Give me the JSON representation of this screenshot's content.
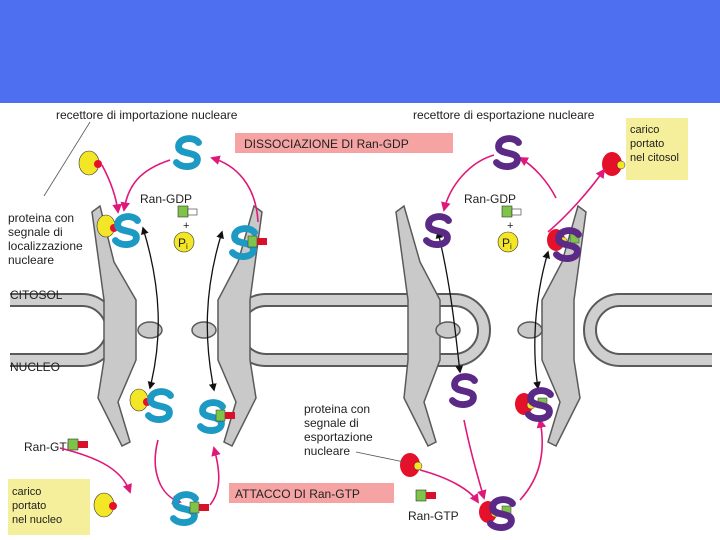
{
  "labels": {
    "import_receptor": "recettore di importazione nucleare",
    "export_receptor": "recettore di esportazione nucleare",
    "dissociation": "DISSOCIAZIONE DI Ran-GDP",
    "attachment": "ATTACCO DI Ran-GTP",
    "ran_gdp_left": "Ran-GDP",
    "ran_gdp_right": "Ran-GDP",
    "ran_gtp_left": "Ran-GTP",
    "ran_gtp_right": "Ran-GTP",
    "pi": "P",
    "pi_sub": "i",
    "plus": "+",
    "citosol": "CITOSOL",
    "nucleo": "NUCLEO",
    "nls_protein": [
      "proteina con",
      "segnale di",
      "localizzazione",
      "nucleare"
    ],
    "nes_protein": [
      "proteina con",
      "segnale di",
      "esportazione",
      "nucleare"
    ],
    "cargo_cytosol": [
      "carico",
      "portato",
      "nel citosol"
    ],
    "cargo_nucleus": [
      "carico",
      "portato",
      "nel nucleo"
    ]
  },
  "colors": {
    "header": "#4e6ff0",
    "import_receptor": "#1d9ac4",
    "export_receptor": "#5b2a86",
    "arrow": "#e0187a",
    "title_box": "#f5a3a3",
    "cargo_box": "#f5ef9b",
    "pore": "#c9c9c9",
    "nls_cargo": "#f3e626",
    "nes_cargo": "#e5102a",
    "ran_gdp": "#7ec34a",
    "ran_gtp_tag": "#d8102a"
  }
}
